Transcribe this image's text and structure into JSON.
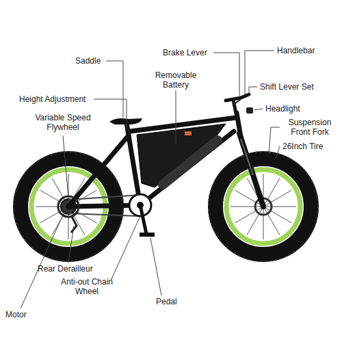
{
  "diagram": {
    "labels": [
      "Saddle",
      "Brake Lever",
      "Handlebar",
      "Removable Battery",
      "Height Adjustment",
      "Shift Lever Set",
      "Variable Speed Flywheel",
      "Headlight",
      "Suspension Front Fork",
      "26Inch Tire",
      "Rear Derailleur",
      "Anti-out Chain Wheel",
      "Pedal",
      "Motor"
    ]
  }
}
